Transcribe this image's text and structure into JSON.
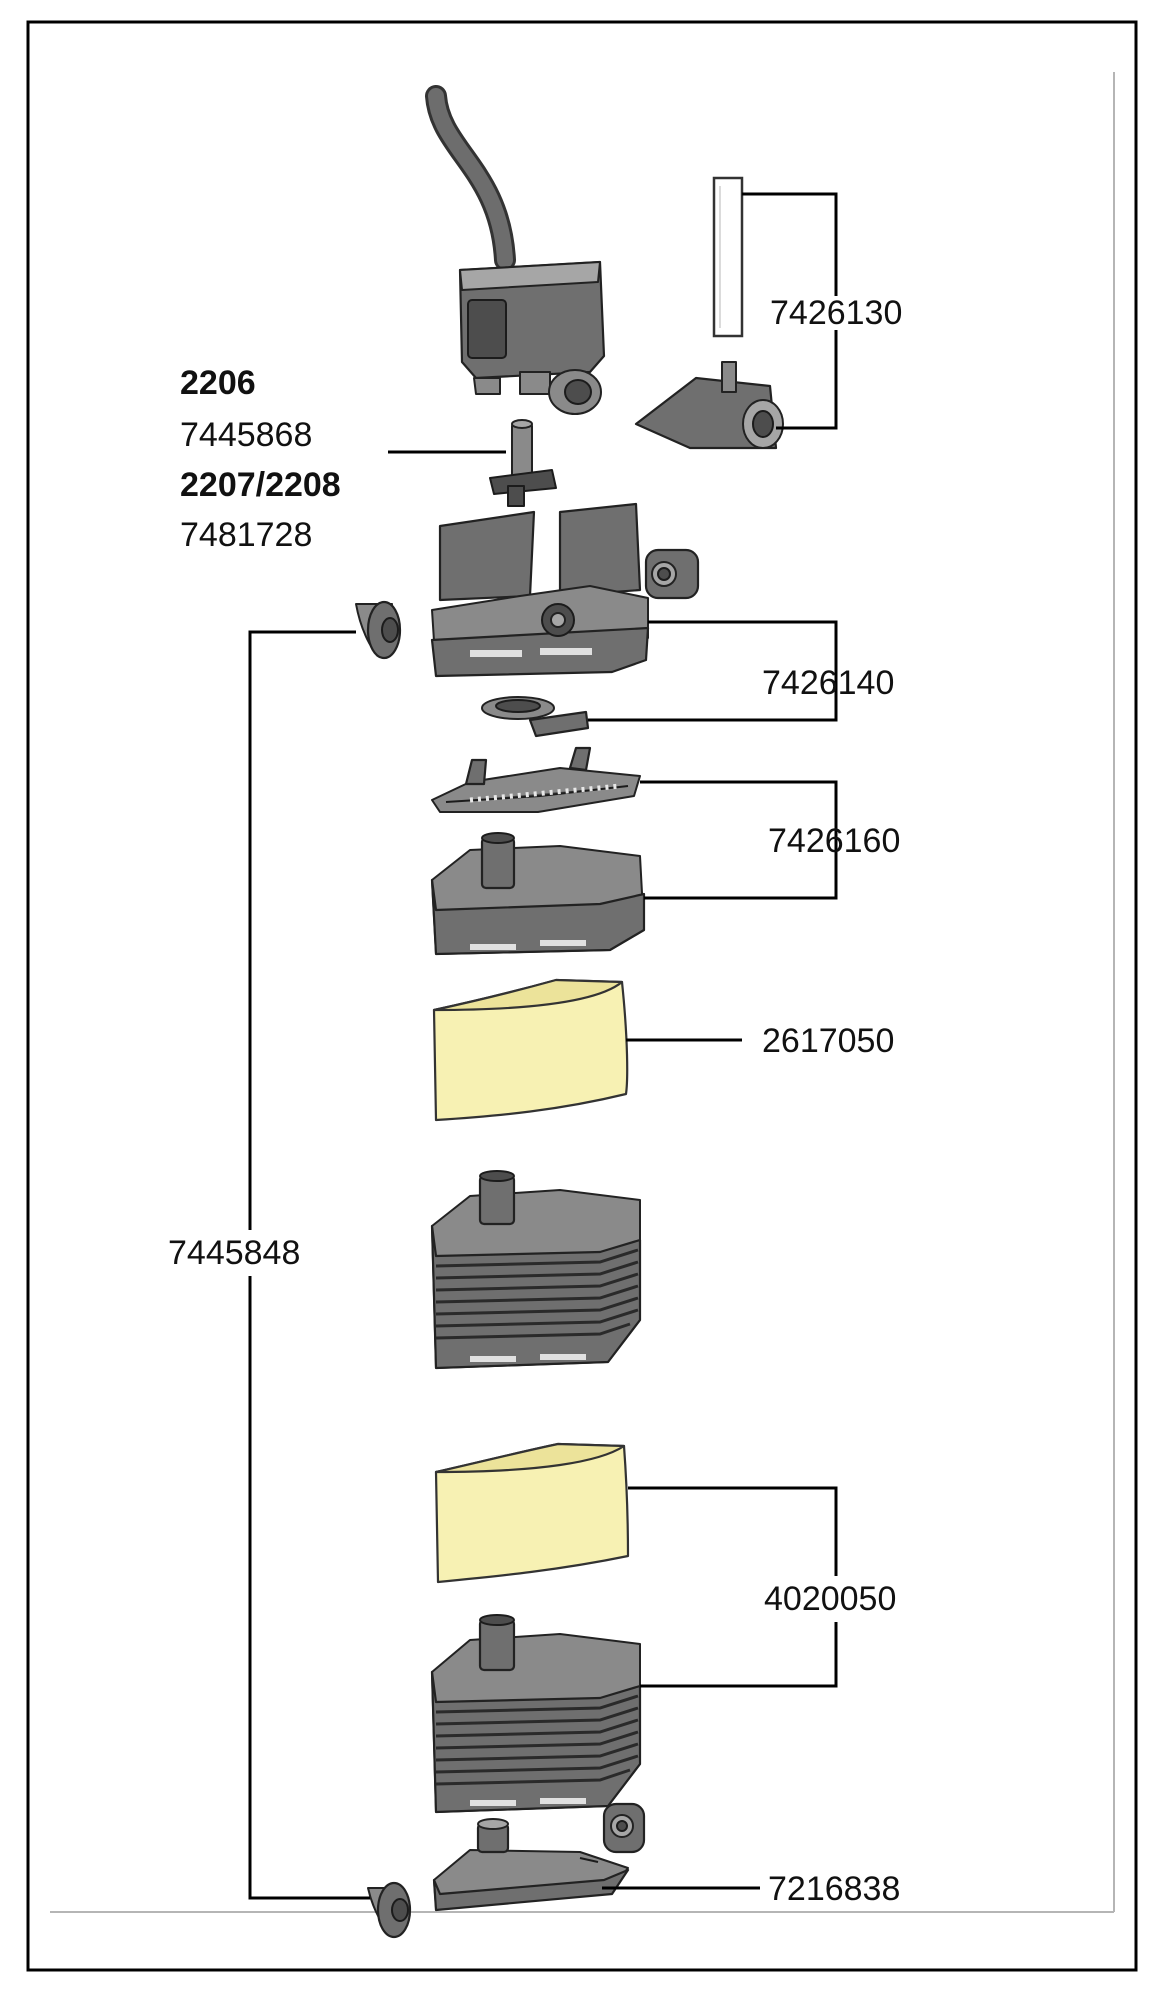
{
  "labels": {
    "model_2206": "2206",
    "code_7445868": "7445868",
    "model_2207_2208": "2207/2208",
    "code_7481728": "7481728",
    "code_7426130": "7426130",
    "code_7426140": "7426140",
    "code_7426160": "7426160",
    "code_2617050": "2617050",
    "code_7445848": "7445848",
    "code_4020050": "4020050",
    "code_7216838": "7216838"
  },
  "colors": {
    "part_gray": "#6f6f6f",
    "sponge_yellow": "#f7f1b3",
    "border": "#b5b5b5",
    "leader": "#000000"
  }
}
